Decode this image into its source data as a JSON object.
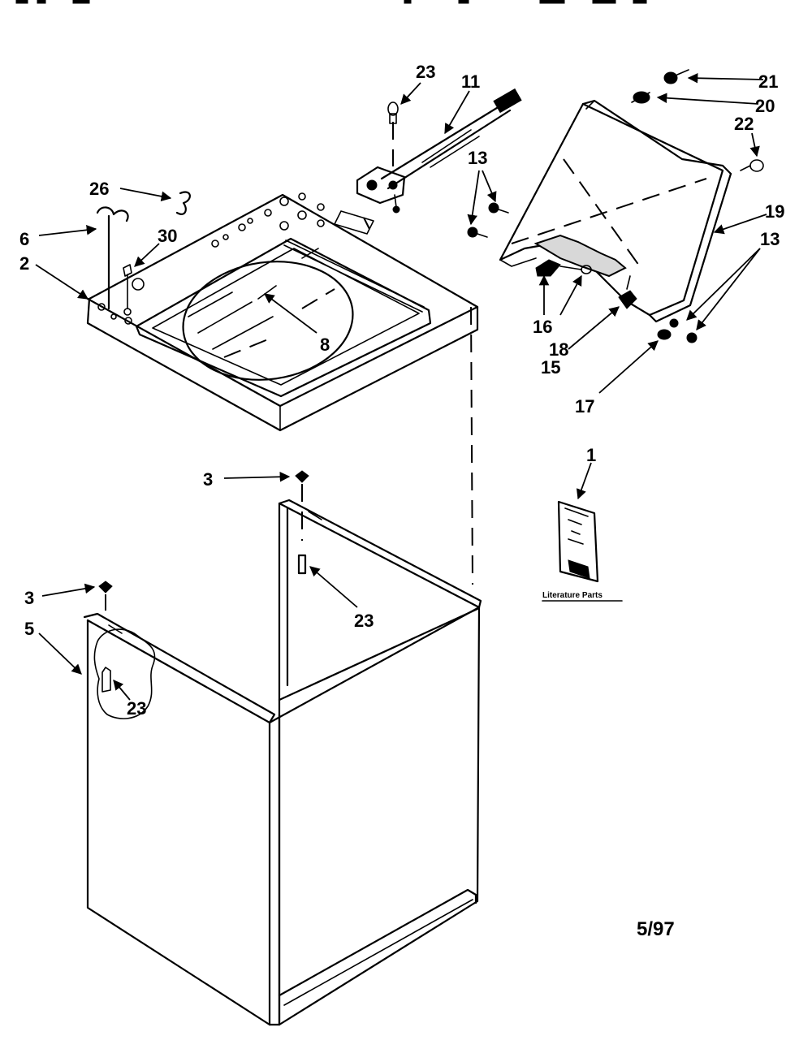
{
  "diagram": {
    "callouts": {
      "c23_top": "23",
      "c11": "11",
      "c21": "21",
      "c20": "20",
      "c22": "22",
      "c13_mid": "13",
      "c26": "26",
      "c19": "19",
      "c6": "6",
      "c30": "30",
      "c13_right": "13",
      "c2": "2",
      "c8": "8",
      "c16": "16",
      "c18": "18",
      "c15": "15",
      "c17": "17",
      "c1": "1",
      "c3_upper": "3",
      "c3_lower": "3",
      "c5": "5",
      "c23_cabinet": "23",
      "c23_cutaway": "23"
    },
    "literature_label": "Literature Parts",
    "date_code": "5/97"
  }
}
